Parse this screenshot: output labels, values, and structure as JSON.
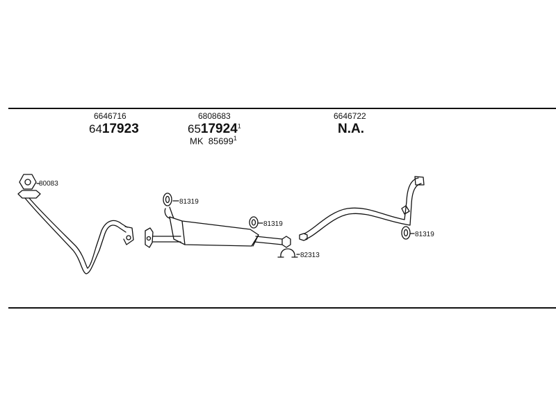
{
  "groups": [
    {
      "ref": "6646716",
      "main_prefix": "64",
      "main_bold": "17923",
      "main_sup": ""
    },
    {
      "ref": "6808683",
      "main_prefix": "65",
      "main_bold": "17924",
      "main_sup": "1",
      "alt_prefix": "MK",
      "alt_number": "85699",
      "alt_sup": "1"
    },
    {
      "ref": "6646722",
      "main_prefix": "",
      "main_bold": "N.A.",
      "main_sup": ""
    }
  ],
  "callouts": {
    "gasket_front": "80083",
    "hanger_mid_upper": "81319",
    "hanger_mid_lower": "81319",
    "clamp": "82313",
    "hanger_rear": "81319"
  }
}
